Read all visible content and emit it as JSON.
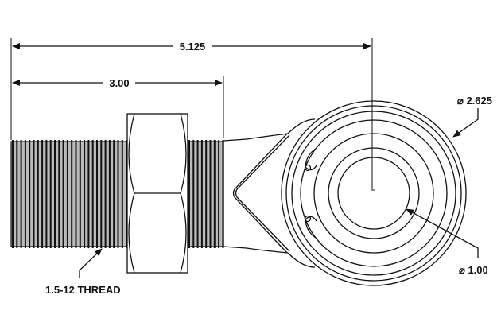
{
  "dimensions": {
    "overall_length": "5.125",
    "thread_length": "3.00",
    "outer_diameter": "⌀ 2.625",
    "bore_diameter": "⌀ 1.00",
    "thread_spec": "1.5-12 THREAD"
  },
  "colors": {
    "line": "#111111",
    "background": "#ffffff"
  }
}
